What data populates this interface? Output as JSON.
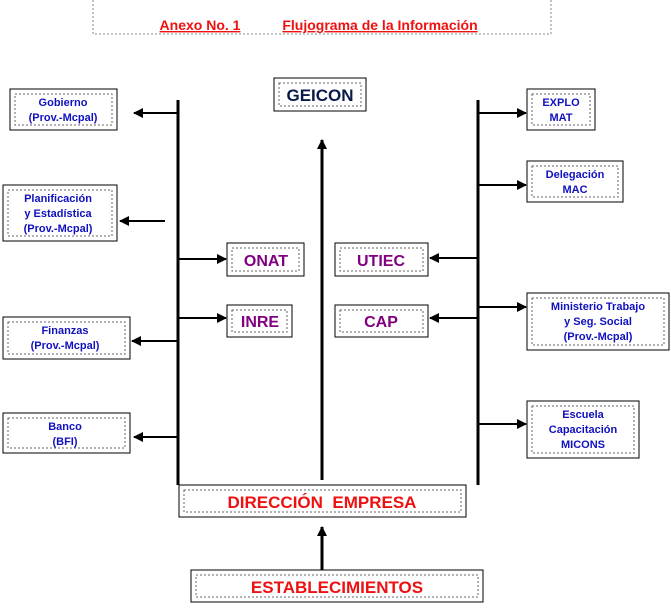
{
  "title": {
    "annex": "Anexo No. 1",
    "name": "Flujograma de la Información"
  },
  "top_node": "GEICON",
  "center_left": [
    "ONAT",
    "INRE"
  ],
  "center_right": [
    "UTIEC",
    "CAP"
  ],
  "left_boxes": [
    [
      "Gobierno",
      "(Prov.-Mcpal)"
    ],
    [
      "Planificación",
      "y Estadística",
      "(Prov.-Mcpal)"
    ],
    [
      "Finanzas",
      "(Prov.-Mcpal)"
    ],
    [
      "Banco",
      "(BFI)"
    ]
  ],
  "right_boxes": [
    [
      "EXPLO",
      "MAT"
    ],
    [
      "Delegación",
      "MAC"
    ],
    [
      "Ministerio Trabajo",
      "y Seg. Social",
      "(Prov.-Mcpal)"
    ],
    [
      "Escuela",
      "Capacitación",
      "MICONS"
    ]
  ],
  "direccion": "DIRECCIÓN  EMPRESA",
  "establecimientos": "ESTABLECIMIENTOS",
  "colors": {
    "title": "#ee1111",
    "small_text": "#1010c0",
    "center_text": "#800080",
    "top_text": "#0a1a4a",
    "line": "#000000"
  }
}
